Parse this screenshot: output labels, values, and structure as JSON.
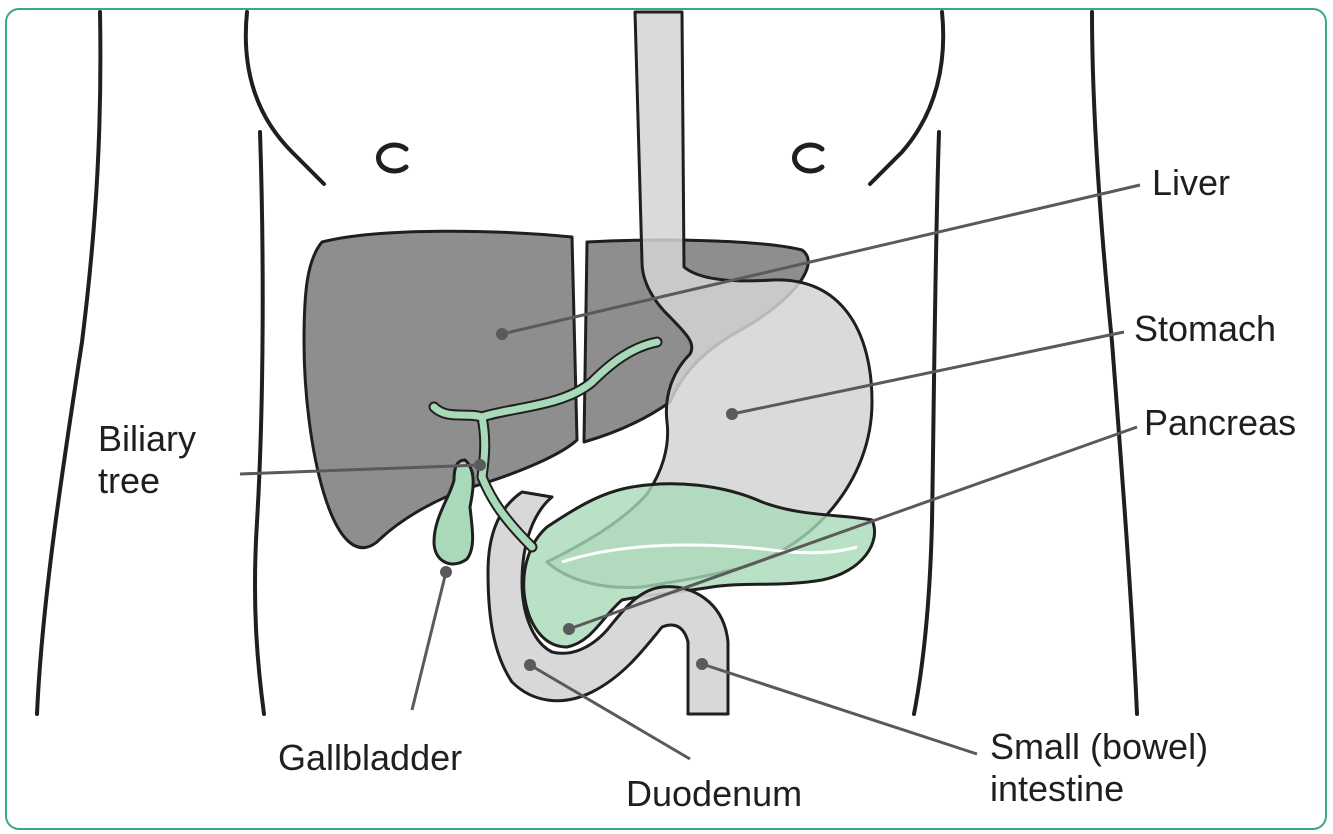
{
  "diagram": {
    "colors": {
      "frame": "#3aaa7a",
      "outline": "#1f1f1f",
      "liver": "#8e8e8e",
      "stomach": "#d4d4d4",
      "biliary": "#a8d9b8",
      "leader": "#5a5a5a"
    },
    "labels": {
      "liver": "Liver",
      "stomach": "Stomach",
      "pancreas": "Pancreas",
      "biliary_tree": [
        "Biliary",
        "tree"
      ],
      "gallbladder": "Gallbladder",
      "duodenum": "Duodenum",
      "small_intestine": [
        "Small (bowel)",
        "intestine"
      ]
    }
  }
}
